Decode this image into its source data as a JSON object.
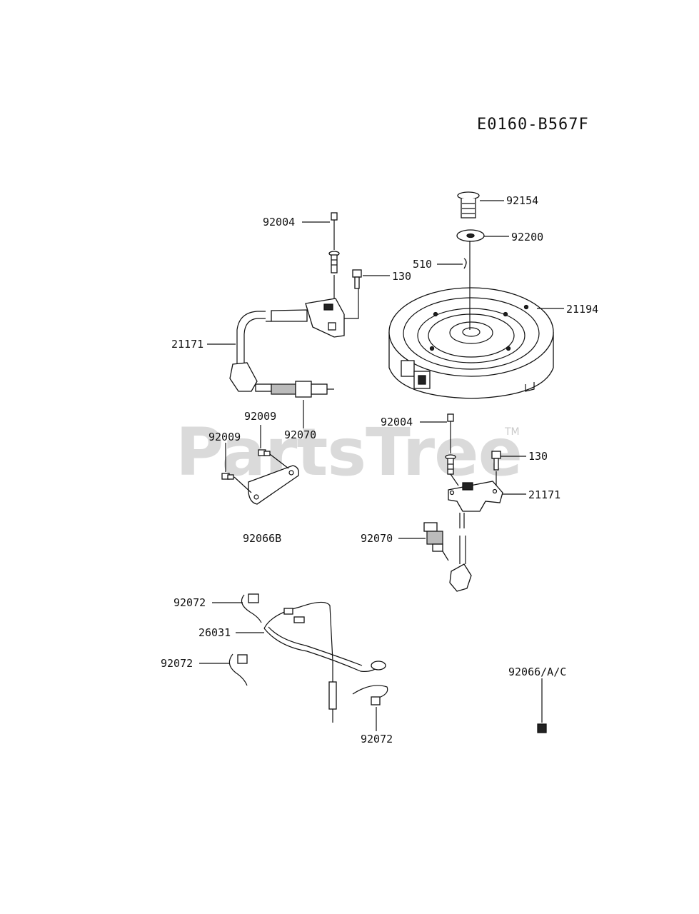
{
  "diagram_code": "E0160-B567F",
  "watermark": "PartsTree",
  "watermark_mark": "TM",
  "callouts": {
    "c1": "92154",
    "c2": "92004",
    "c3": "92200",
    "c4": "510",
    "c5": "130",
    "c6": "21194",
    "c7": "21171",
    "c8": "92009",
    "c9": "92070",
    "c10": "92004",
    "c11": "92009",
    "c12": "130",
    "c13": "21171",
    "c14": "92066B",
    "c15": "92070",
    "c16": "92072",
    "c17": "26031",
    "c18": "92072",
    "c19": "92066/A/C",
    "c20": "92072"
  }
}
